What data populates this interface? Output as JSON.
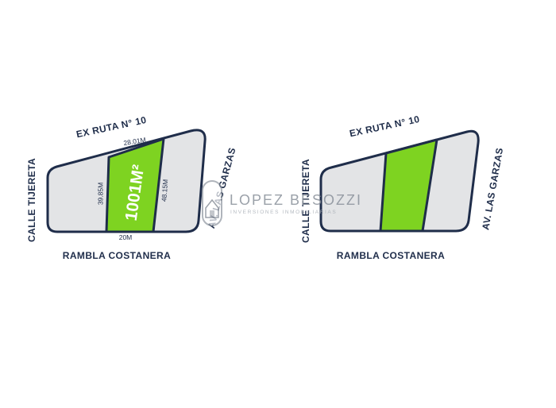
{
  "colors": {
    "outline": "#1f2d4a",
    "lot_fill": "#e3e4e6",
    "highlight": "#7ed321",
    "watermark": "#8a919b"
  },
  "plan_left": {
    "street_top": "EX RUTA N° 10",
    "street_left": "CALLE TIJERETA",
    "street_right": "AV. LAS GARZAS",
    "street_bottom": "RAMBLA COSTANERA",
    "dim_top": "28.01M",
    "dim_left": "39.85M",
    "dim_right": "48.15M",
    "dim_bottom": "20M",
    "area": "1001M²"
  },
  "plan_right": {
    "street_top": "EX RUTA N° 10",
    "street_left": "CALLE TIJERETA",
    "street_right": "AV. LAS GARZAS",
    "street_bottom": "RAMBLA COSTANERA"
  },
  "watermark": {
    "brand": "LOPEZ BESOZZI",
    "tagline": "INVERSIONES INMOBILIARIAS",
    "icon": "house-logo-icon"
  }
}
